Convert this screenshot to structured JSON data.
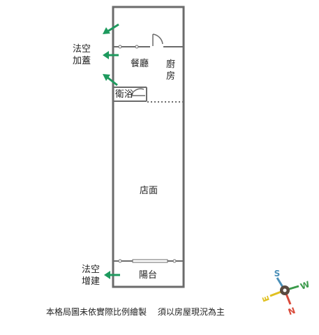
{
  "colors": {
    "wall": "#6b6b6b",
    "arrow": "#1e9a5e",
    "compass_s": "#4a8fb8",
    "compass_w": "#3a9a4a",
    "compass_e": "#e0c020",
    "compass_n": "#d94a3a",
    "compass_hub": "#5a4a40"
  },
  "rooms": {
    "dining": "餐廳",
    "kitchen": "廚房",
    "bathroom": "衛浴",
    "store": "店面",
    "balcony": "陽台"
  },
  "annotations": {
    "upper": [
      "法空",
      "加蓋"
    ],
    "lower": [
      "法空",
      "增建"
    ]
  },
  "compass": {
    "s": "S",
    "w": "W",
    "e": "E",
    "n": "N"
  },
  "caption": {
    "part1": "本格局圖未依實際比例繪製",
    "part2": "須以房屋現況為主"
  }
}
